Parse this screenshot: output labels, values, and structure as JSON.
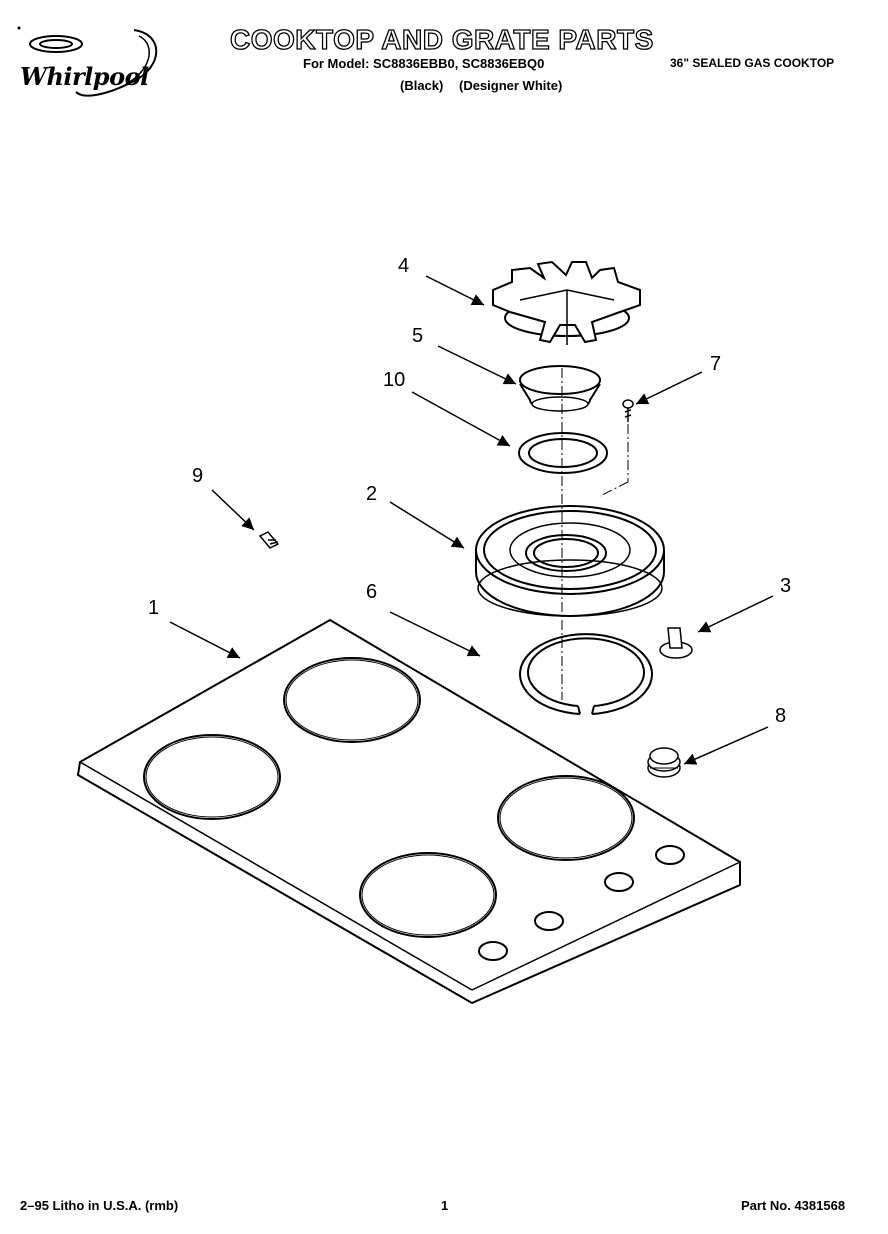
{
  "header": {
    "brand": "Whirlpool",
    "title": "COOKTOP AND GRATE PARTS",
    "model_line": "For Model: SC8836EBB0, SC8836EBQ0",
    "variants": [
      "(Black)",
      "(Designer White)"
    ],
    "product": "36\" SEALED GAS COOKTOP"
  },
  "callouts": [
    "1",
    "2",
    "3",
    "4",
    "5",
    "6",
    "7",
    "8",
    "9",
    "10"
  ],
  "footer": {
    "litho": "2–95 Litho in U.S.A. (rmb)",
    "page": "1",
    "part_no": "Part No. 4381568"
  }
}
